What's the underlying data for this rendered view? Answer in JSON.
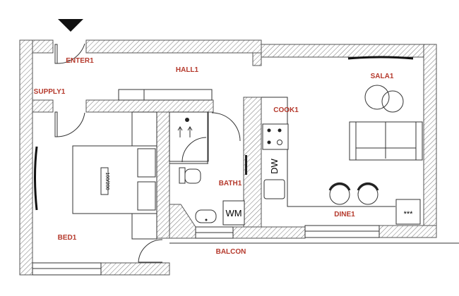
{
  "plan": {
    "label_color": "#b5392c",
    "rooms": {
      "enter": "ENTER1",
      "hall": "HALL1",
      "supply": "SUPPLY1",
      "cook": "COOK1",
      "sala": "SALA1",
      "bath": "BATH1",
      "bed": "BED1",
      "balcon": "BALCON",
      "dine": "DINE1"
    },
    "fixtures": {
      "bed_size": "160/200",
      "dishwasher": "DW",
      "washing_machine": "WM",
      "oven_marks": "***"
    },
    "icons": [
      "entrance-arrow-icon",
      "door-icon",
      "bed-icon",
      "sofa-icon",
      "stove-icon",
      "toilet-icon",
      "sink-icon",
      "stool-icon",
      "coffee-table-icon",
      "tv-icon"
    ]
  }
}
